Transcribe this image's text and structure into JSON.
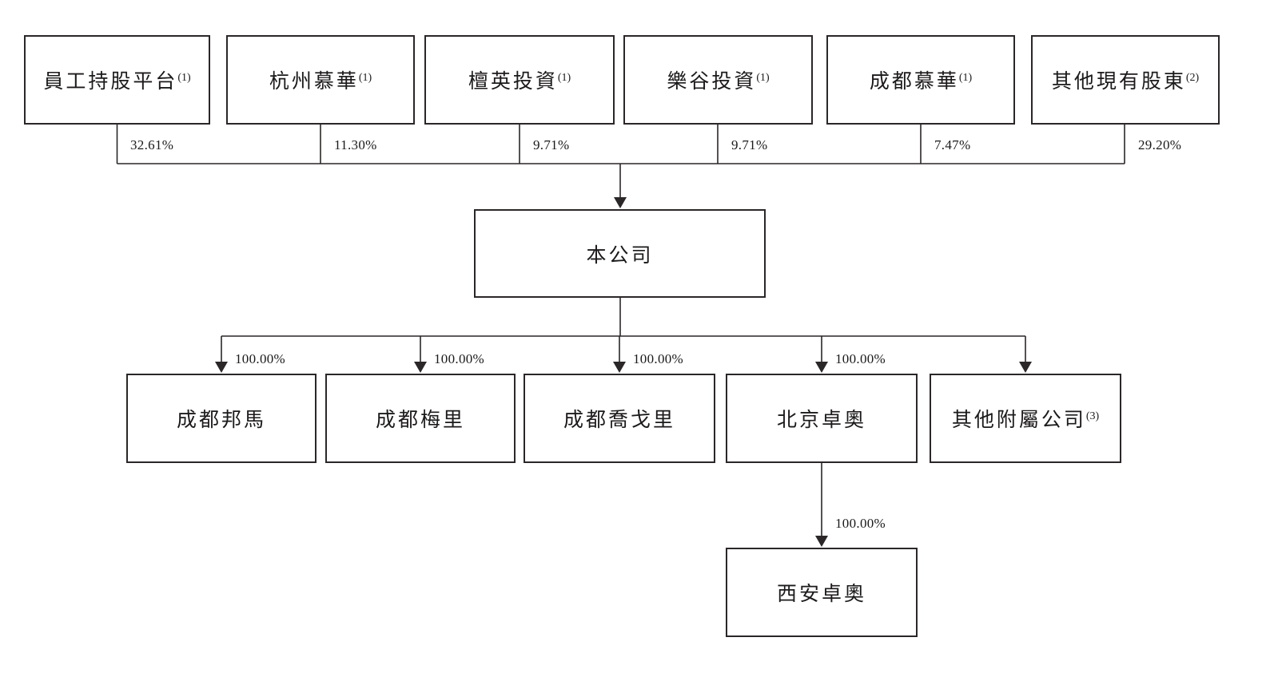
{
  "page": {
    "background_color": "#ffffff",
    "line_color": "#2b2728",
    "text_color": "#1c1a1b"
  },
  "company": {
    "label": "本公司"
  },
  "shareholders": [
    {
      "label": "員工持股平台",
      "note": "(1)",
      "percent": "32.61%"
    },
    {
      "label": "杭州慕華",
      "note": "(1)",
      "percent": "11.30%"
    },
    {
      "label": "檀英投資",
      "note": "(1)",
      "percent": "9.71%"
    },
    {
      "label": "樂谷投資",
      "note": "(1)",
      "percent": "9.71%"
    },
    {
      "label": "成都慕華",
      "note": "(1)",
      "percent": "7.47%"
    },
    {
      "label": "其他現有股東",
      "note": "(2)",
      "percent": "29.20%"
    }
  ],
  "subsidiaries": [
    {
      "label": "成都邦馬",
      "note": "",
      "percent": "100.00%"
    },
    {
      "label": "成都梅里",
      "note": "",
      "percent": "100.00%"
    },
    {
      "label": "成都喬戈里",
      "note": "",
      "percent": "100.00%"
    },
    {
      "label": "北京卓奧",
      "note": "",
      "percent": "100.00%"
    },
    {
      "label": "其他附屬公司",
      "note": "(3)",
      "percent": ""
    }
  ],
  "sub_subsidiary": {
    "label": "西安卓奧",
    "percent": "100.00%"
  }
}
